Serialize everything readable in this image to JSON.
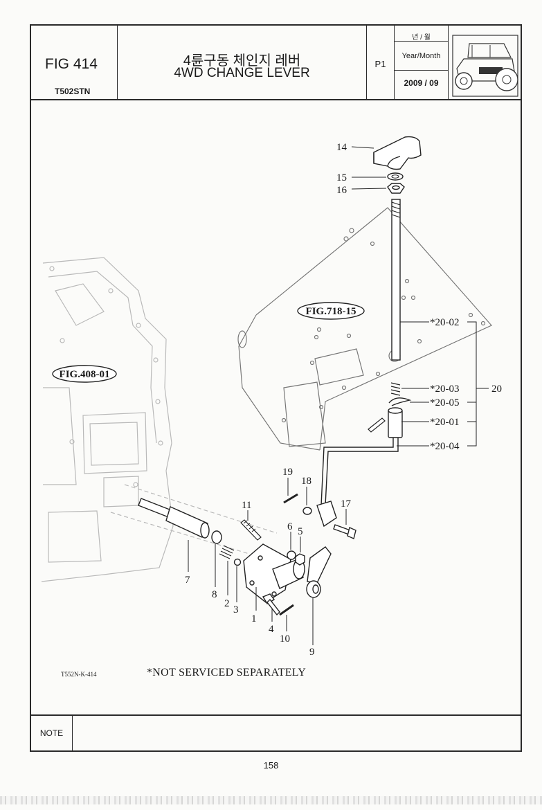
{
  "header": {
    "fig_label": "FIG 414",
    "model": "T502STN",
    "title_korean": "4륜구동 체인지 레버",
    "title_english": "4WD CHANGE LEVER",
    "page_ref": "P1",
    "year_month_korean": "년 / 월",
    "year_month_label": "Year/Month",
    "date": "2009 / 09",
    "tractor_icon": "tractor-illustration"
  },
  "diagram": {
    "references": [
      "FIG.718-15",
      "FIG.408-01"
    ],
    "callouts": [
      "14",
      "15",
      "16",
      "*20-02",
      "*20-03",
      "20",
      "*20-05",
      "*20-01",
      "*20-04",
      "19",
      "18",
      "17",
      "11",
      "6",
      "5",
      "7",
      "8",
      "2",
      "3",
      "1",
      "4",
      "10",
      "9"
    ]
  },
  "footer": {
    "code": "T552N-K-414",
    "disclaimer": "*NOT SERVICED SEPARATELY",
    "note_label": "NOTE",
    "note_text": "",
    "page_number": "158"
  }
}
